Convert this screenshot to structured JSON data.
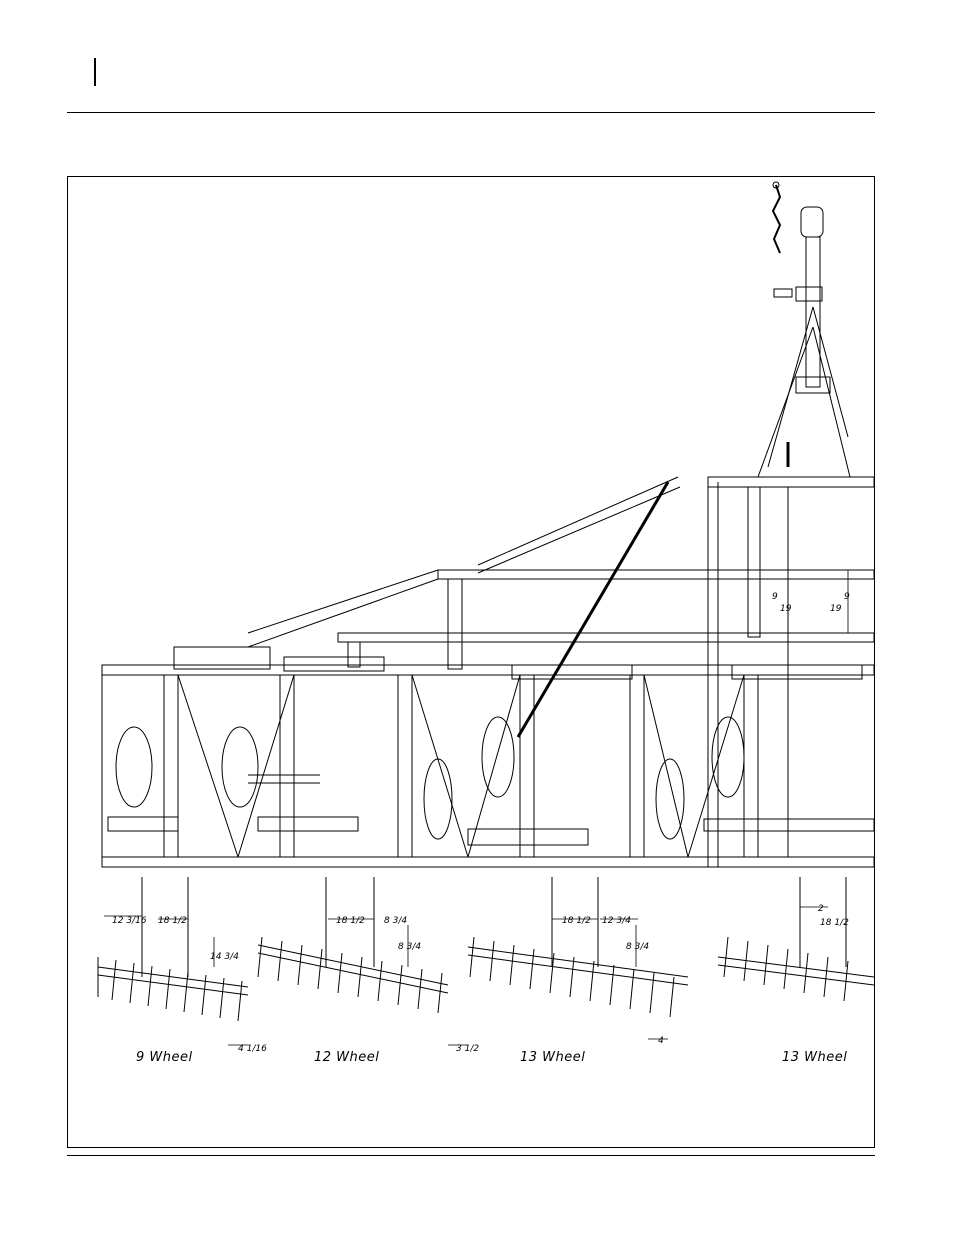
{
  "figure": {
    "captions": [
      "9  Wheel",
      "12  Wheel",
      "13  Wheel",
      "13  Wheel"
    ],
    "dimensions": {
      "d_12_3_16": "12 3/16",
      "d_18_1_2": "18 1/2",
      "d_14_3_4": "14 3/4",
      "d_4_1_16": "4 1/16",
      "d_8_3_4": "8 3/4",
      "d_3_1_2": "3 1/2",
      "d_12_3_4": "12 3/4",
      "d_4": "4",
      "d_2": "2",
      "d_9": "9",
      "d_19": "19"
    }
  }
}
